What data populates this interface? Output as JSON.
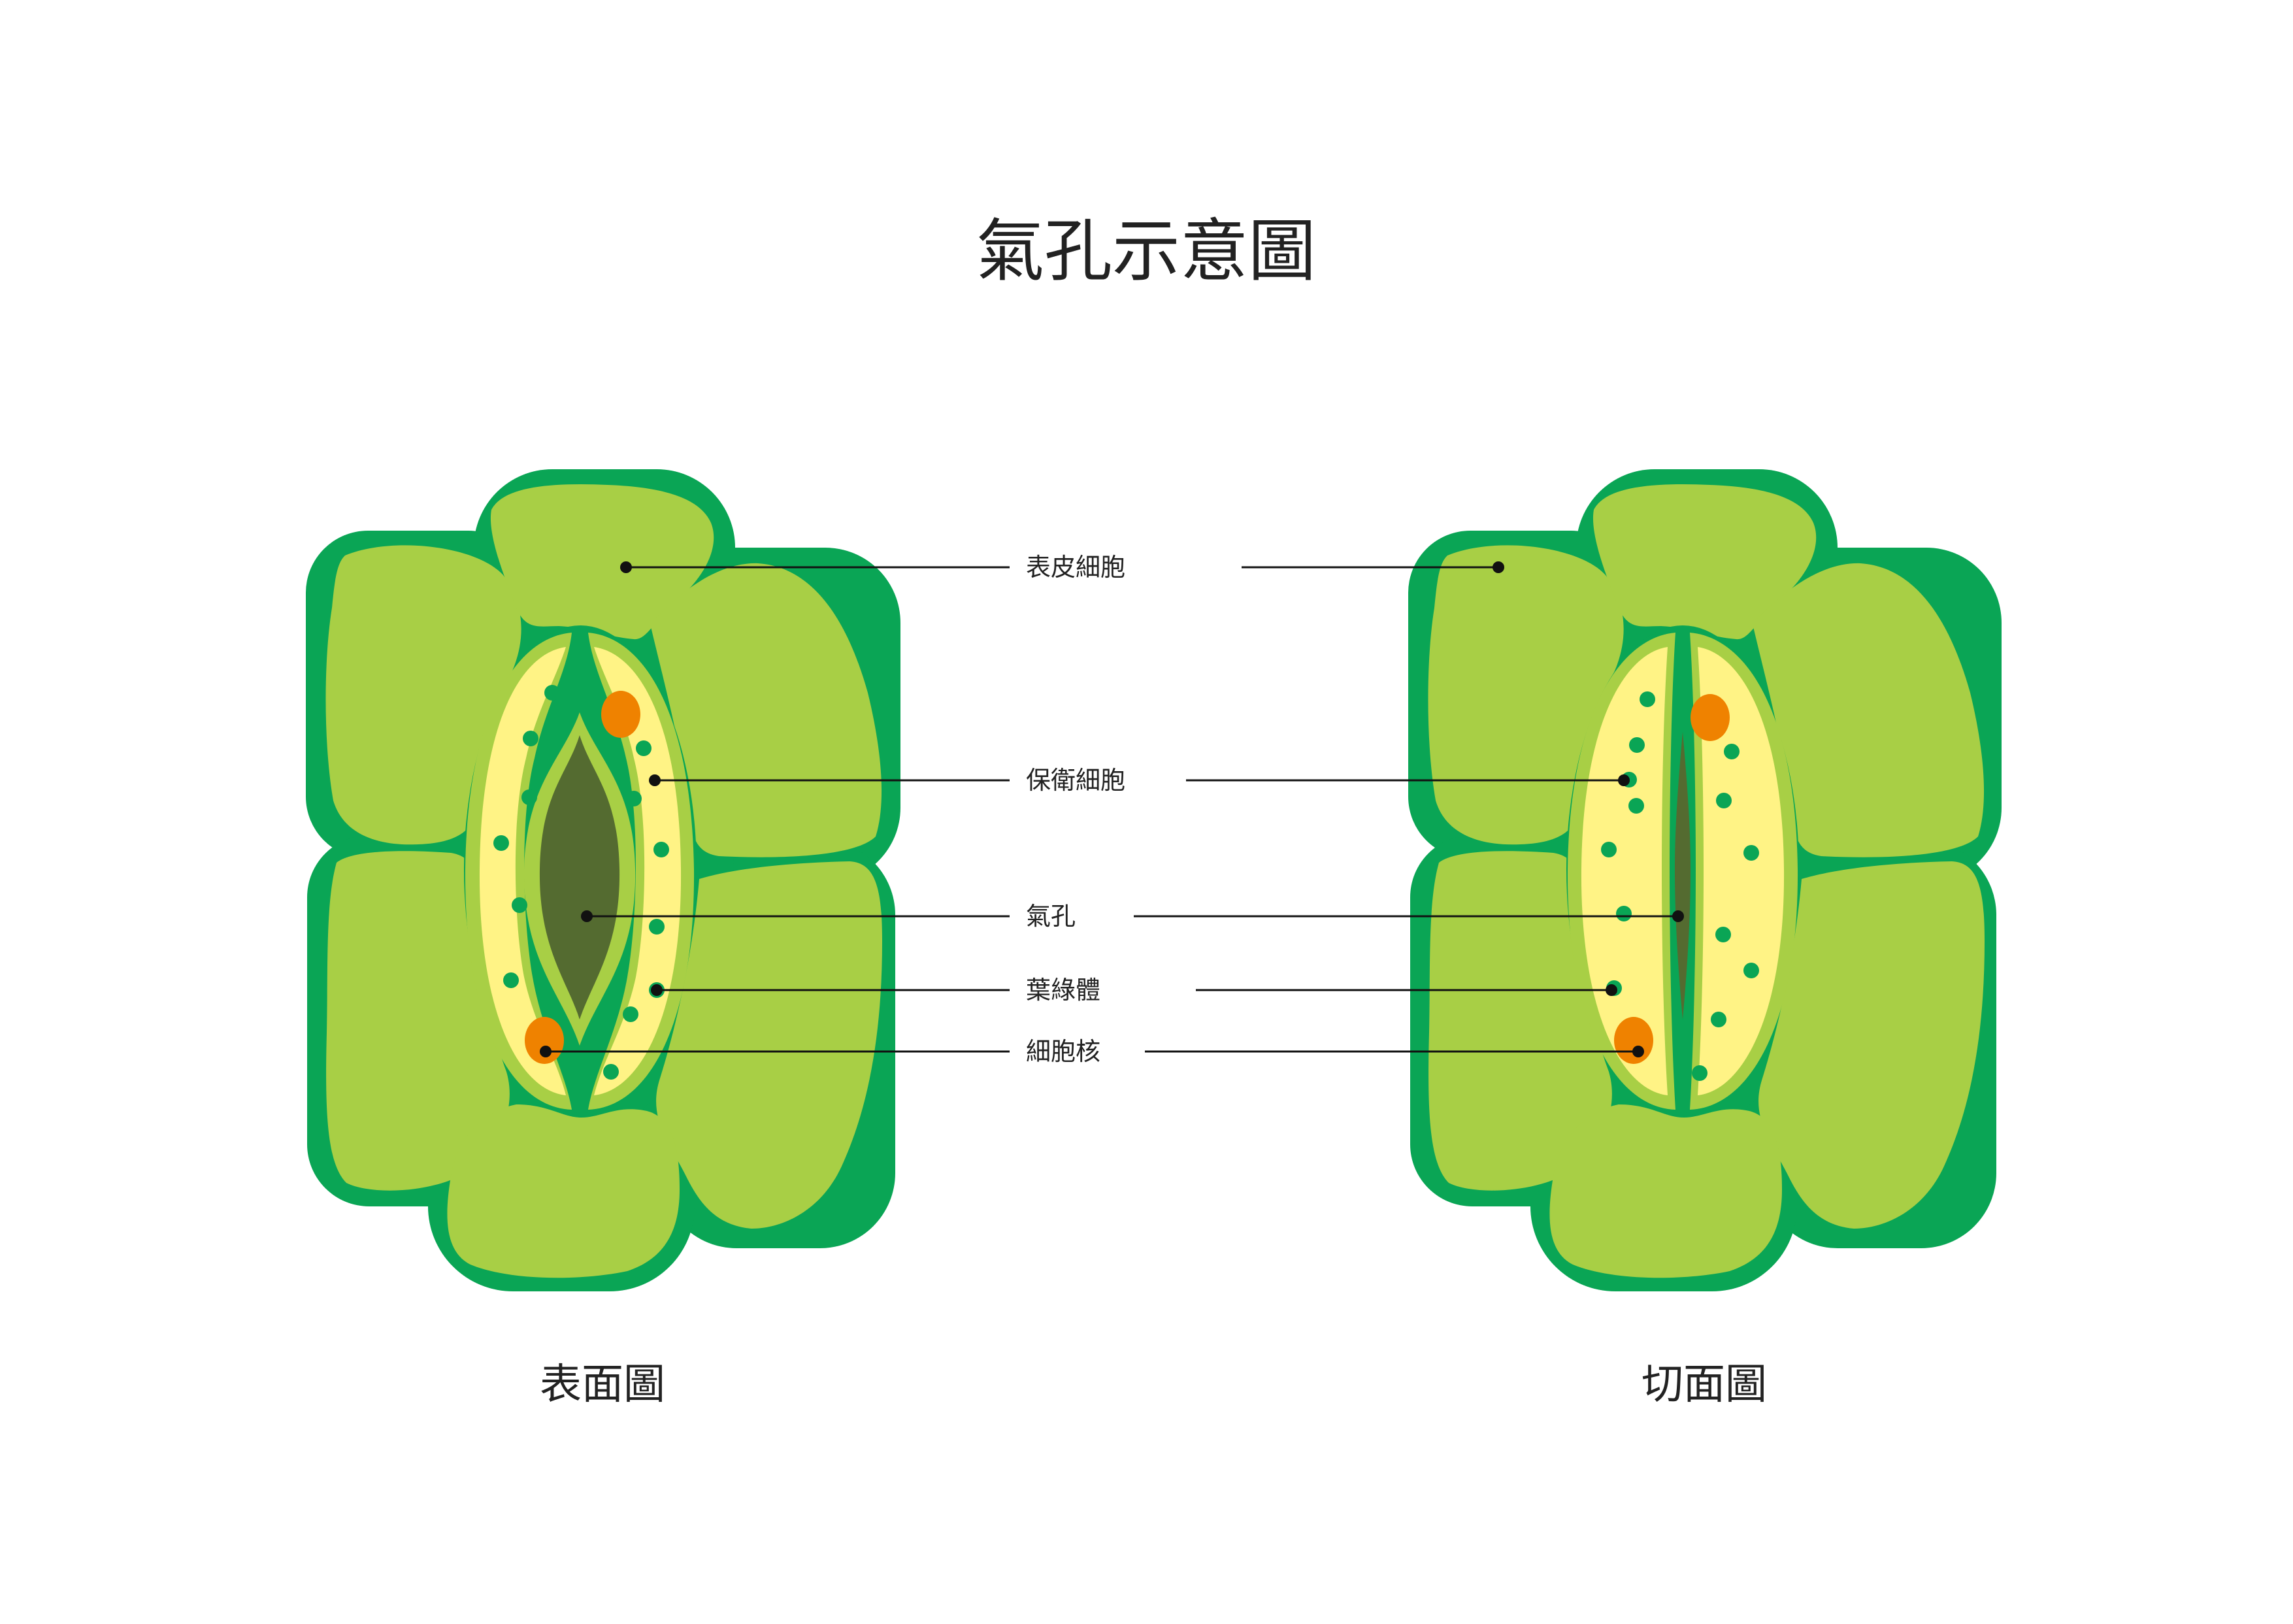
{
  "title": "氣孔示意圖",
  "views": {
    "surface": {
      "caption": "表面圖"
    },
    "section": {
      "caption": "切面圖"
    }
  },
  "labels": {
    "epidermal_cell": "表皮細胞",
    "guard_cell": "保衛細胞",
    "stoma": "氣孔",
    "chloroplast": "葉綠體",
    "nucleus": "細胞核"
  },
  "colors": {
    "cell_wall": "#0aa555",
    "epidermal_fill": "#a8cf45",
    "guard_wall": "#a8cf45",
    "guard_fill": "#fff385",
    "chloroplast": "#0aa555",
    "nucleus": "#ef8200",
    "stoma_pore": "#546b30",
    "leader_line": "#111111"
  }
}
